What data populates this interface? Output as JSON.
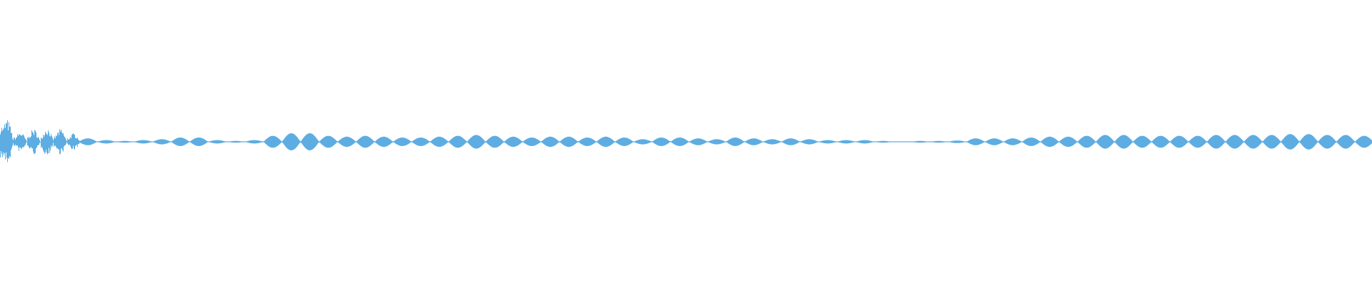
{
  "chart_data": {
    "type": "area",
    "title": "",
    "xlabel": "",
    "ylabel": "",
    "ylim": [
      -1,
      1
    ],
    "grid": false,
    "legend": "none",
    "color": "#5dade2",
    "onset_noise": {
      "peak_amplitude": 0.16,
      "burst_amplitudes": [
        0.16,
        0.07,
        0.09,
        0.1,
        0.09,
        0.06
      ]
    },
    "lobe_peak_amplitudes": [
      0.024,
      0.012,
      0.006,
      0.012,
      0.018,
      0.03,
      0.03,
      0.012,
      0.006,
      0.012,
      0.042,
      0.06,
      0.06,
      0.042,
      0.036,
      0.042,
      0.036,
      0.03,
      0.03,
      0.036,
      0.042,
      0.048,
      0.042,
      0.036,
      0.03,
      0.036,
      0.036,
      0.03,
      0.036,
      0.03,
      0.018,
      0.03,
      0.03,
      0.024,
      0.018,
      0.03,
      0.024,
      0.018,
      0.024,
      0.018,
      0.012,
      0.012,
      0.012,
      0.006,
      0.003,
      0.006,
      0.006,
      0.009,
      0.024,
      0.024,
      0.024,
      0.03,
      0.036,
      0.036,
      0.042,
      0.048,
      0.048,
      0.042,
      0.042,
      0.042,
      0.042,
      0.048,
      0.048,
      0.048,
      0.048,
      0.054,
      0.054,
      0.048,
      0.048,
      0.042
    ]
  }
}
